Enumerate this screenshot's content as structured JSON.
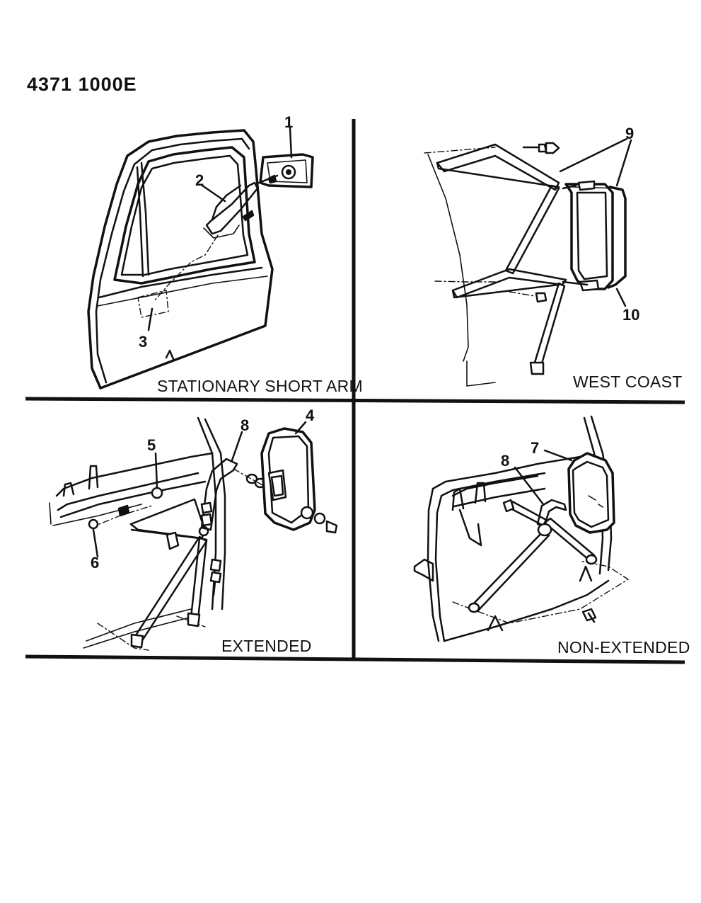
{
  "document_id": "4371 1000E",
  "panels": [
    {
      "caption": "STATIONARY SHORT ARM",
      "callouts": [
        "1",
        "2",
        "3"
      ]
    },
    {
      "caption": "WEST COAST",
      "callouts": [
        "9",
        "10"
      ]
    },
    {
      "caption": "EXTENDED",
      "callouts": [
        "4",
        "5",
        "6",
        "8"
      ]
    },
    {
      "caption": "NON-EXTENDED",
      "callouts": [
        "7",
        "8"
      ]
    }
  ]
}
